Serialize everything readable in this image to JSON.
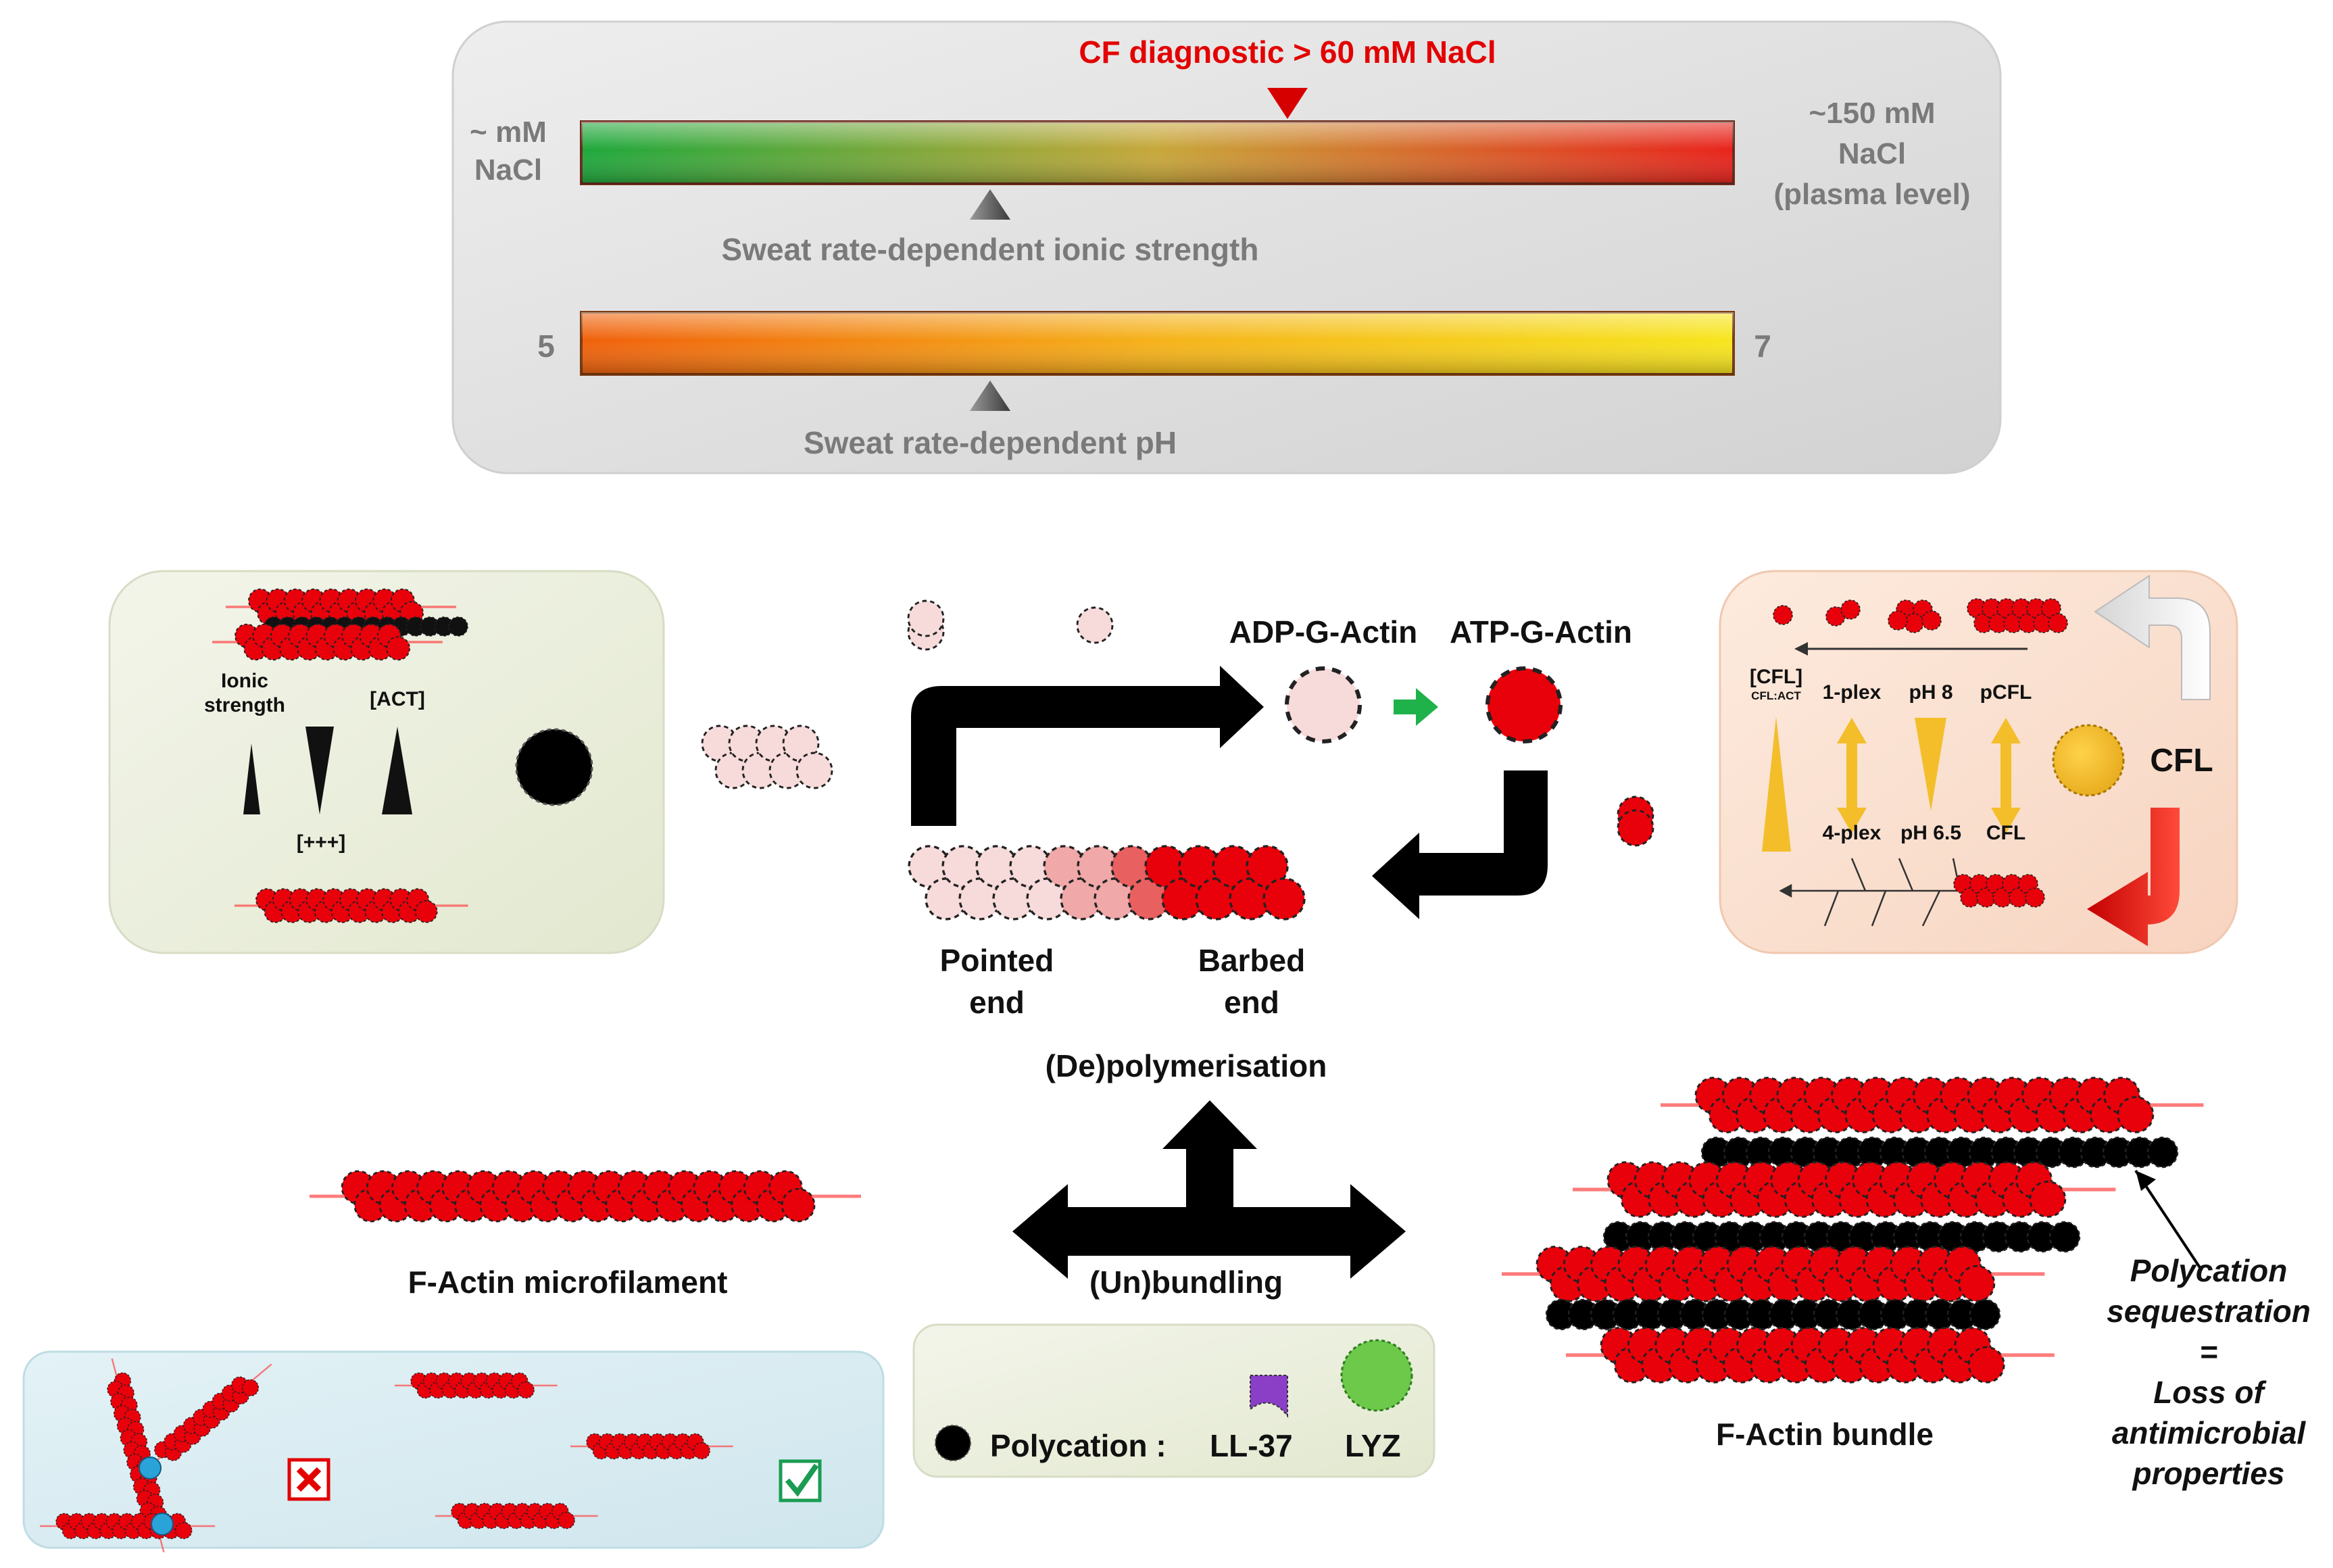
{
  "scales": {
    "nacl": {
      "diagnostic_label": "CF diagnostic > 60 mM NaCl",
      "left_label": "~ mM\nNaCl",
      "right_label": "~150 mM\nNaCl\n(plasma level)",
      "marker_caption": "Sweat rate-dependent ionic strength",
      "bar_colors": [
        "#1ea83c",
        "#c7a73a",
        "#e8231c"
      ]
    },
    "ph": {
      "left_label": "5",
      "right_label": "7",
      "marker_caption": "Sweat rate-dependent pH",
      "bar_colors": [
        "#f0610c",
        "#f5b21a",
        "#f7e51e"
      ]
    }
  },
  "left_panel": {
    "ionic_strength": "Ionic\nstrength",
    "act": "[ACT]",
    "charge": "[+++]"
  },
  "center": {
    "adp_label": "ADP-G-Actin",
    "atp_label": "ATP-G-Actin",
    "pointed_end": "Pointed\nend",
    "barbed_end": "Barbed\nend",
    "depolymerisation": "(De)polymerisation",
    "unbundling": "(Un)bundling"
  },
  "right_panel": {
    "cfl_ratio_top": "[CFL]",
    "cfl_ratio_bottom": "CFL:ACT",
    "one_plex": "1-plex",
    "four_plex": "4-plex",
    "ph8": "pH 8",
    "ph65": "pH 6.5",
    "pcfl": "pCFL",
    "cfl_small": "CFL",
    "cfl": "CFL"
  },
  "microfilament_label": "F-Actin microfilament",
  "bundle_label": "F-Actin bundle",
  "legend": {
    "polycation": "Polycation :",
    "ll37": "LL-37",
    "lyz": "LYZ"
  },
  "sequestration_note": "Polycation\nsequestration\n=\nLoss of\nantimicrobial\nproperties",
  "colors": {
    "actin_red": "#e8000b",
    "actin_pale": "#f7dada",
    "polycation": "#000000",
    "cfl_yellow": "#f3be2a",
    "green_arrow": "#1fb24a",
    "panel_gray": "#e6e6e6",
    "panel_green": "#eef1e1",
    "panel_peach": "#fbe2d2",
    "panel_blue": "#d8ecf1",
    "branch_blue": "#2aa3d9",
    "lyz_green": "#6cc94a",
    "ll37_purple": "#8b3fc7"
  }
}
